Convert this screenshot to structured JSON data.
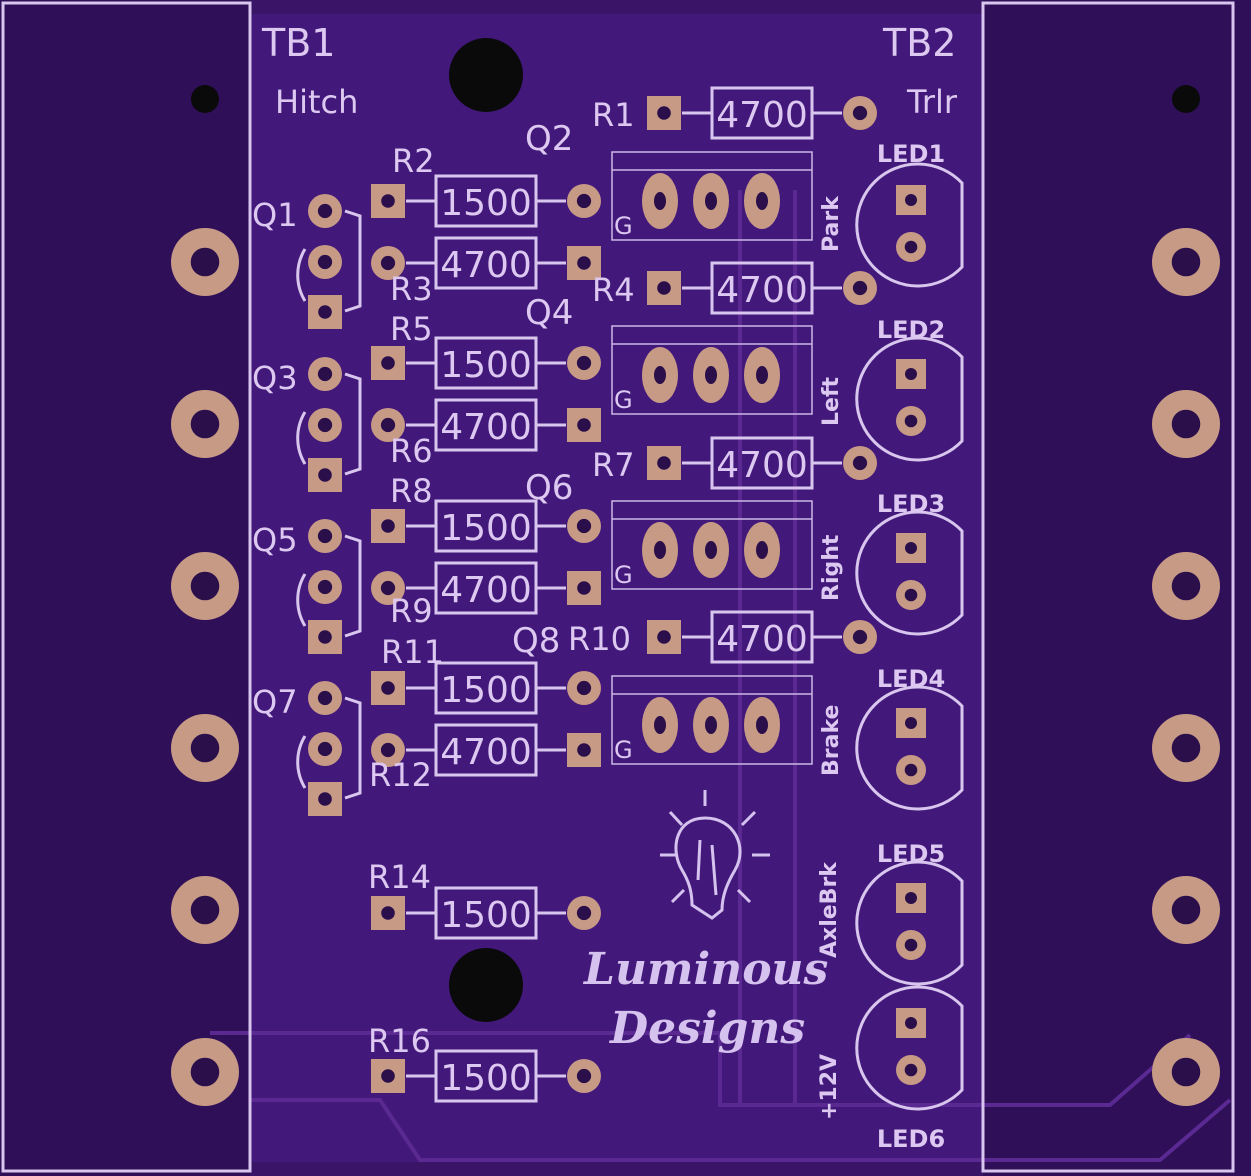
{
  "terminal_blocks": [
    {
      "ref": "TB1",
      "label": "Hitch"
    },
    {
      "ref": "TB2",
      "label": "Trlr"
    }
  ],
  "resistors_left": [
    {
      "ref": "R2",
      "value": "1500"
    },
    {
      "ref": "R3",
      "value": "4700"
    },
    {
      "ref": "R5",
      "value": "1500"
    },
    {
      "ref": "R6",
      "value": "4700"
    },
    {
      "ref": "R8",
      "value": "1500"
    },
    {
      "ref": "R9",
      "value": "4700"
    },
    {
      "ref": "R11",
      "value": "1500"
    },
    {
      "ref": "R12",
      "value": "4700"
    },
    {
      "ref": "R14",
      "value": "1500"
    },
    {
      "ref": "R16",
      "value": "1500"
    }
  ],
  "resistors_right": [
    {
      "ref": "R1",
      "value": "4700"
    },
    {
      "ref": "R4",
      "value": "4700"
    },
    {
      "ref": "R7",
      "value": "4700"
    },
    {
      "ref": "R10",
      "value": "4700"
    }
  ],
  "transistors_small": [
    "Q1",
    "Q3",
    "Q5",
    "Q7"
  ],
  "mosfets": [
    {
      "ref": "Q2",
      "gate": "G",
      "function": "Park"
    },
    {
      "ref": "Q4",
      "gate": "G",
      "function": "Left"
    },
    {
      "ref": "Q6",
      "gate": "G",
      "function": "Right"
    },
    {
      "ref": "Q8",
      "gate": "G",
      "function": "Brake"
    }
  ],
  "leds": [
    {
      "ref": "LED1"
    },
    {
      "ref": "LED2"
    },
    {
      "ref": "LED3"
    },
    {
      "ref": "LED4"
    },
    {
      "ref": "LED5",
      "function": "AxleBrk"
    },
    {
      "ref": "LED6",
      "function": "+12V"
    }
  ],
  "logo": {
    "line1": "Luminous",
    "line2": "Designs"
  },
  "colors": {
    "board": "#3a1466",
    "pad": "#c79a86",
    "silkscreen": "#d9c6ee",
    "copper_pour": "#4a1a7c"
  }
}
